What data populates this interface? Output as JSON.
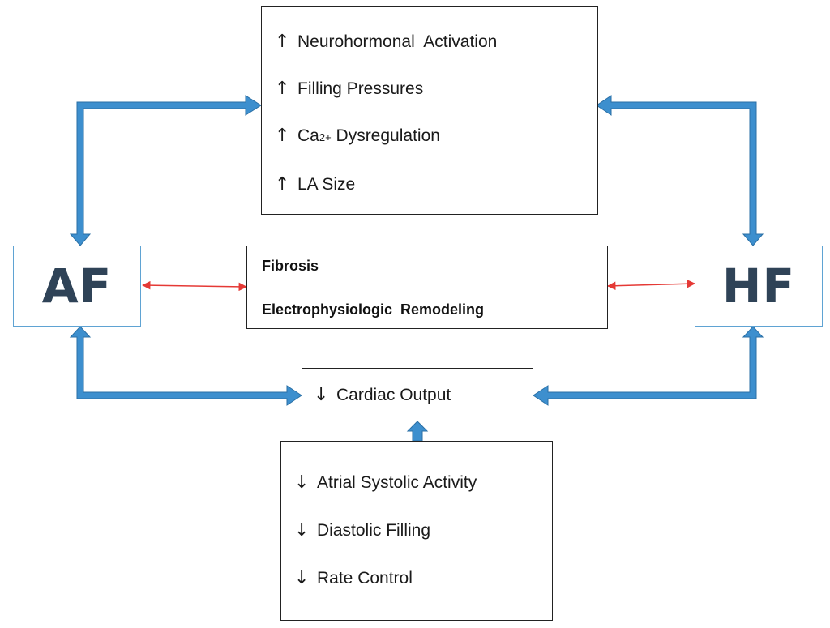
{
  "nodes": {
    "af": "AF",
    "hf": "HF"
  },
  "top_box": {
    "items": [
      {
        "arrow": "↑",
        "text": "Neurohormonal  Activation"
      },
      {
        "arrow": "↑",
        "text": "Filling Pressures"
      },
      {
        "arrow": "↑",
        "text_pre": "Ca",
        "superscript": "2+",
        "text_post": " Dysregulation"
      },
      {
        "arrow": "↑",
        "text": "LA Size"
      }
    ]
  },
  "middle_box": {
    "items": [
      "Fibrosis",
      "Electrophysiologic  Remodeling"
    ]
  },
  "cardiac_output_box": {
    "arrow": "↓",
    "text": "Cardiac Output"
  },
  "bottom_box": {
    "items": [
      {
        "arrow": "↓",
        "text": "Atrial Systolic Activity"
      },
      {
        "arrow": "↓",
        "text": "Diastolic Filling"
      },
      {
        "arrow": "↓",
        "text": "Rate Control"
      }
    ]
  },
  "colors": {
    "flow_arrow": "#3d8fce",
    "flow_arrow_edge": "#2a6fa5",
    "bidirectional_arrow": "#e53935",
    "node_border": "#5fa3d3",
    "node_text": "#2f4357"
  }
}
